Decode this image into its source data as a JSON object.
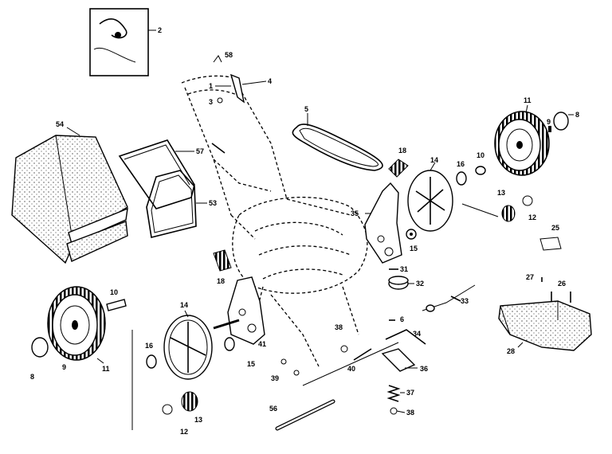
{
  "labels": {
    "l2": "2",
    "l58": "58",
    "l1": "1",
    "l3": "3",
    "l4": "4",
    "l5": "5",
    "l11a": "11",
    "l8a": "8",
    "l9a": "9",
    "l10a": "10",
    "l16a": "16",
    "l18a": "18",
    "l14a": "14",
    "l54": "54",
    "l57": "57",
    "l53": "53",
    "l35": "35",
    "l13a": "13",
    "l12a": "12",
    "l25": "25",
    "l15a": "15",
    "l31": "31",
    "l18b": "18",
    "l32": "32",
    "l27": "27",
    "l26": "26",
    "l33": "33",
    "l10b": "10",
    "l14b": "14",
    "l6": "6",
    "l38a": "38",
    "l34": "34",
    "l28": "28",
    "l16b": "16",
    "l41": "41",
    "l15b": "15",
    "l9b": "9",
    "l11b": "11",
    "l8b": "8",
    "l40": "40",
    "l36": "36",
    "l39": "39",
    "l37": "37",
    "l56": "56",
    "l38b": "38",
    "l13b": "13",
    "l12b": "12"
  }
}
